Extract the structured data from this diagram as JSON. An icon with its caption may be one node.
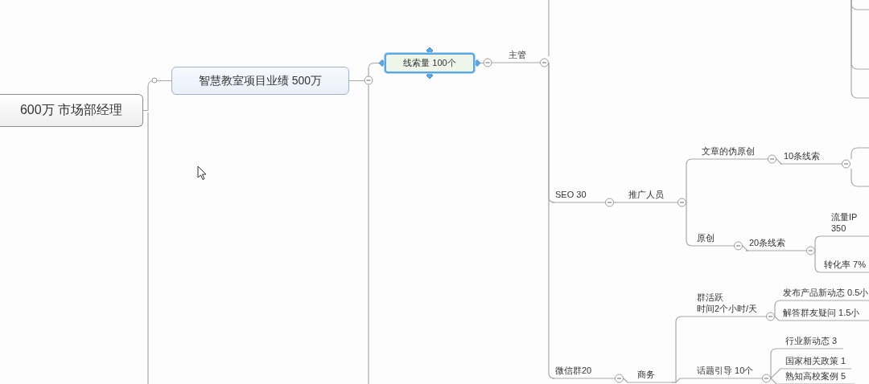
{
  "diagram": {
    "nodes": [
      {
        "text": [
          "600万 市场部经理"
        ]
      },
      {
        "text": [
          "智慧教室项目业绩 500万"
        ]
      },
      {
        "text": [
          "线索量 100个"
        ]
      },
      {
        "text": [
          "主管"
        ]
      },
      {
        "text": [
          "SEO 30"
        ]
      },
      {
        "text": [
          "推广人员"
        ]
      },
      {
        "text": [
          "文章的伪原创"
        ]
      },
      {
        "text": [
          "10条线索"
        ]
      },
      {
        "text": [
          "原创"
        ]
      },
      {
        "text": [
          "20条线索"
        ]
      },
      {
        "text": [
          "流量IP 350"
        ]
      },
      {
        "text": [
          "转化率 7%"
        ]
      },
      {
        "text": [
          "微信群20"
        ]
      },
      {
        "text": [
          "商务"
        ]
      },
      {
        "text": [
          "群活跃时间2个小时/天"
        ]
      },
      {
        "text": [
          "发布产品新动态 0.5小"
        ]
      },
      {
        "text": [
          "解答群友疑问 1.5小"
        ]
      },
      {
        "text": [
          "话题引导 10个"
        ]
      },
      {
        "text": [
          "行业新动态 3"
        ]
      },
      {
        "text": [
          "国家相关政策 1"
        ]
      },
      {
        "text": [
          "熟知高校案例 5"
        ]
      }
    ],
    "edges": [
      {
        "from": 0,
        "to": 1,
        "arrow": "none"
      },
      {
        "from": 1,
        "to": 2,
        "arrow": "none"
      },
      {
        "from": 2,
        "to": 3,
        "arrow": "none"
      },
      {
        "from": 3,
        "to": 4,
        "arrow": "none"
      },
      {
        "from": 4,
        "to": 5,
        "arrow": "none"
      },
      {
        "from": 5,
        "to": 6,
        "arrow": "none"
      },
      {
        "from": 5,
        "to": 8,
        "arrow": "none"
      },
      {
        "from": 6,
        "to": 7,
        "arrow": "none"
      },
      {
        "from": 8,
        "to": 9,
        "arrow": "none"
      },
      {
        "from": 9,
        "to": 10,
        "arrow": "none"
      },
      {
        "from": 9,
        "to": 11,
        "arrow": "none"
      },
      {
        "from": 3,
        "to": 12,
        "arrow": "none"
      },
      {
        "from": 12,
        "to": 13,
        "arrow": "none"
      },
      {
        "from": 13,
        "to": 14,
        "arrow": "none"
      },
      {
        "from": 13,
        "to": 17,
        "arrow": "none"
      },
      {
        "from": 14,
        "to": 15,
        "arrow": "none"
      },
      {
        "from": 14,
        "to": 16,
        "arrow": "none"
      },
      {
        "from": 17,
        "to": 18,
        "arrow": "none"
      },
      {
        "from": 17,
        "to": 19,
        "arrow": "none"
      },
      {
        "from": 17,
        "to": 20,
        "arrow": "none"
      }
    ]
  }
}
